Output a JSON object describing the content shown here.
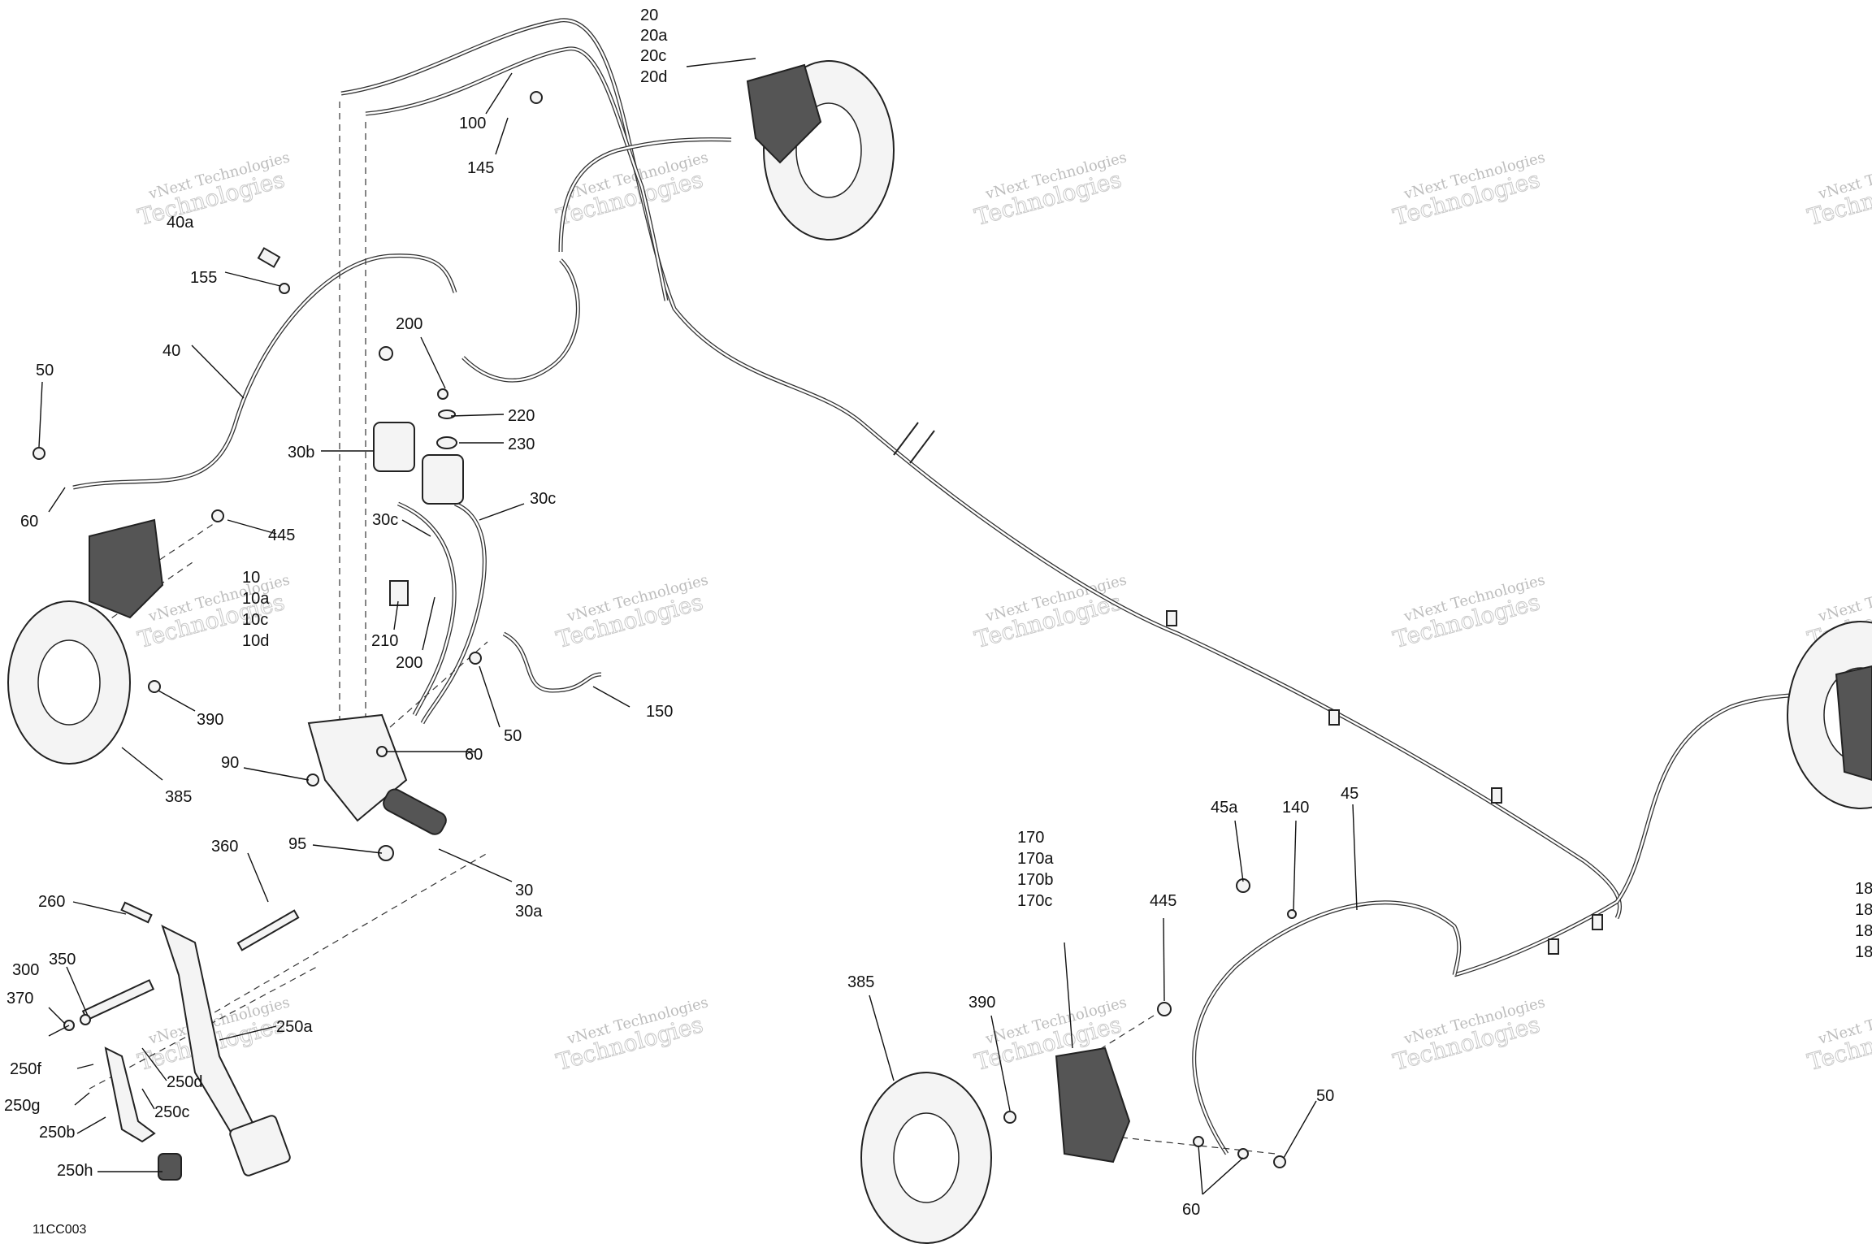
{
  "diagram": {
    "code": "11CC003",
    "watermark": {
      "line1": "vNext Technologies",
      "line2": "Technologies"
    },
    "callouts": {
      "c_20": [
        "20",
        "20a",
        "20c",
        "20d"
      ],
      "c_100": "100",
      "c_145": "145",
      "c_40a": "40a",
      "c_155": "155",
      "c_40": "40",
      "c_50_top": "50",
      "c_60_top": "60",
      "c_200_top": "200",
      "c_220": "220",
      "c_230": "230",
      "c_30b": "30b",
      "c_30c_left": "30c",
      "c_30c_right": "30c",
      "c_445_left": "445",
      "c_10": [
        "10",
        "10a",
        "10c",
        "10d"
      ],
      "c_210": "210",
      "c_200_mid": "200",
      "c_150": "150",
      "c_50_mid": "50",
      "c_390_left": "390",
      "c_60_mid": "60",
      "c_90": "90",
      "c_385_left": "385",
      "c_95": "95",
      "c_360": "360",
      "c_30": [
        "30",
        "30a"
      ],
      "c_260": "260",
      "c_350": "350",
      "c_300": "300",
      "c_370": "370",
      "c_250a": "250a",
      "c_250f": "250f",
      "c_250d": "250d",
      "c_250g": "250g",
      "c_250c": "250c",
      "c_250b": "250b",
      "c_250h": "250h",
      "c_45a": "45a",
      "c_140": "140",
      "c_45": "45",
      "c_170": [
        "170",
        "170a",
        "170b",
        "170c"
      ],
      "c_445_right": "445",
      "c_385_right": "385",
      "c_390_right": "390",
      "c_50_bottom": "50",
      "c_60_bottom": "60",
      "c_18x": [
        "18",
        "18",
        "18",
        "18"
      ]
    }
  }
}
